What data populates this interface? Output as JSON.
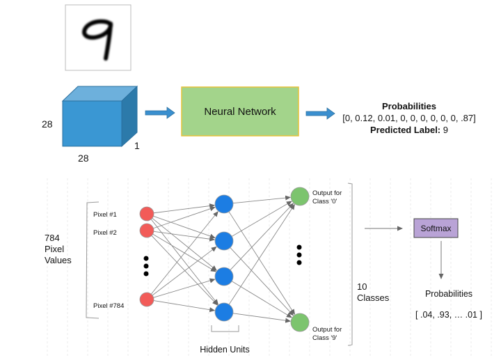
{
  "top_pipeline": {
    "digit_image": {
      "digit": "9"
    },
    "input_cube": {
      "height_label": "28",
      "width_label": "28",
      "depth_label": "1"
    },
    "network_box": {
      "label": "Neural Network"
    },
    "output": {
      "title": "Probabilities",
      "vector": "[0, 0.12, 0.01, 0, 0, 0, 0, 0, 0, .87]",
      "predicted_label_key": "Predicted Label:",
      "predicted_label_value": "9"
    }
  },
  "network_diagram": {
    "input_group_label": [
      "784",
      "Pixel",
      "Values"
    ],
    "input_nodes": [
      {
        "label": "Pixel #1"
      },
      {
        "label": "Pixel #2"
      },
      {
        "label": "Pixel #784"
      }
    ],
    "hidden_units_label": "Hidden Units",
    "hidden_node_count": 4,
    "output_nodes": [
      {
        "label_line1": "Output for",
        "label_line2": "Class '0'"
      },
      {
        "label_line1": "Output for",
        "label_line2": "Class '9'"
      }
    ],
    "classes_label": [
      "10",
      "Classes"
    ],
    "softmax_label": "Softmax",
    "probabilities_title": "Probabilities",
    "probabilities_vector": "[ .04, .93, … .01 ]"
  },
  "colors": {
    "cube_front": "#3a97d3",
    "cube_top": "#6db0dc",
    "cube_side": "#2c7aaa",
    "cube_stroke": "#2a6f9e",
    "arrow_fill": "#3a8fcf",
    "network_box_fill": "#a3d48b",
    "network_box_stroke": "#e6c23a",
    "input_node": "#f25b58",
    "hidden_node": "#1c7de3",
    "output_node": "#7cc46e",
    "softmax_fill": "#b9a3d6",
    "edge": "#888888"
  }
}
